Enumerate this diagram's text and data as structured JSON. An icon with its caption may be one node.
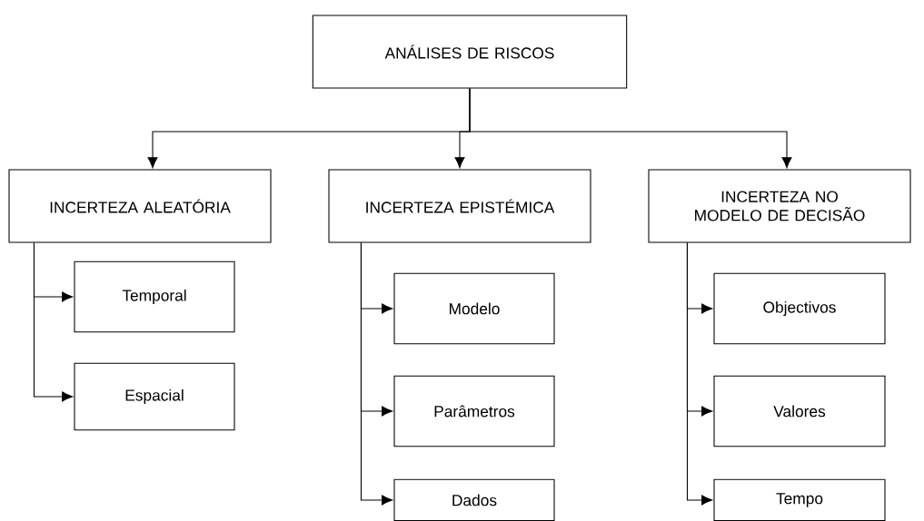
{
  "diagram": {
    "nodes": [
      {
        "text": [
          "ANÁLISES DE RISCOS"
        ]
      },
      {
        "text": [
          "INCERTEZA ALEATÓRIA"
        ]
      },
      {
        "text": [
          "INCERTEZA EPISTÉMICA"
        ]
      },
      {
        "text": [
          "INCERTEZA NO MODELO DE DECISÃO"
        ]
      },
      {
        "text": [
          "Temporal"
        ]
      },
      {
        "text": [
          "Espacial"
        ]
      },
      {
        "text": [
          "Modelo"
        ]
      },
      {
        "text": [
          "Parâmetros"
        ]
      },
      {
        "text": [
          "Dados"
        ]
      },
      {
        "text": [
          "Objectivos"
        ]
      },
      {
        "text": [
          "Valores"
        ]
      },
      {
        "text": [
          "Tempo"
        ]
      }
    ],
    "edges": [
      {
        "from": 0,
        "to": 1,
        "arrow": "to"
      },
      {
        "from": 0,
        "to": 2,
        "arrow": "to"
      },
      {
        "from": 0,
        "to": 3,
        "arrow": "to"
      },
      {
        "from": 1,
        "to": 4,
        "arrow": "to"
      },
      {
        "from": 1,
        "to": 5,
        "arrow": "to"
      },
      {
        "from": 2,
        "to": 6,
        "arrow": "to"
      },
      {
        "from": 2,
        "to": 7,
        "arrow": "to"
      },
      {
        "from": 2,
        "to": 8,
        "arrow": "to"
      },
      {
        "from": 3,
        "to": 9,
        "arrow": "to"
      },
      {
        "from": 3,
        "to": 10,
        "arrow": "to"
      },
      {
        "from": 3,
        "to": 11,
        "arrow": "to"
      }
    ]
  }
}
